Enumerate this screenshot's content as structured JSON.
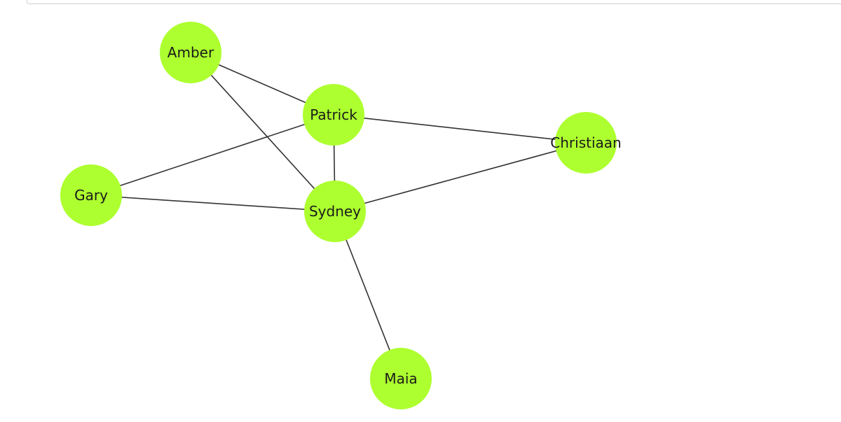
{
  "graph": {
    "node_color": "#adff2f",
    "edge_color": "#333333",
    "nodes": [
      {
        "id": "amber",
        "label": "Amber"
      },
      {
        "id": "patrick",
        "label": "Patrick"
      },
      {
        "id": "christiaan",
        "label": "Christiaan"
      },
      {
        "id": "gary",
        "label": "Gary"
      },
      {
        "id": "sydney",
        "label": "Sydney"
      },
      {
        "id": "maia",
        "label": "Maia"
      }
    ],
    "edges": [
      [
        "amber",
        "patrick"
      ],
      [
        "amber",
        "sydney"
      ],
      [
        "patrick",
        "christiaan"
      ],
      [
        "patrick",
        "gary"
      ],
      [
        "patrick",
        "sydney"
      ],
      [
        "gary",
        "sydney"
      ],
      [
        "sydney",
        "christiaan"
      ],
      [
        "sydney",
        "maia"
      ]
    ]
  }
}
